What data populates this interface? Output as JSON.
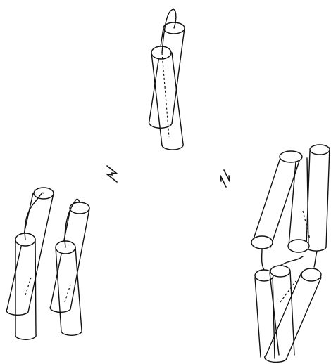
{
  "figure": {
    "assemblies": [
      {
        "id": "top",
        "helices": 2,
        "orientation": "antiparallel"
      },
      {
        "id": "bottom-left",
        "helices": 4,
        "orientation": "paired"
      },
      {
        "id": "bottom-right",
        "helices": 6,
        "orientation": "bundle"
      }
    ],
    "equilibrium_arrows": [
      "left",
      "right"
    ]
  }
}
